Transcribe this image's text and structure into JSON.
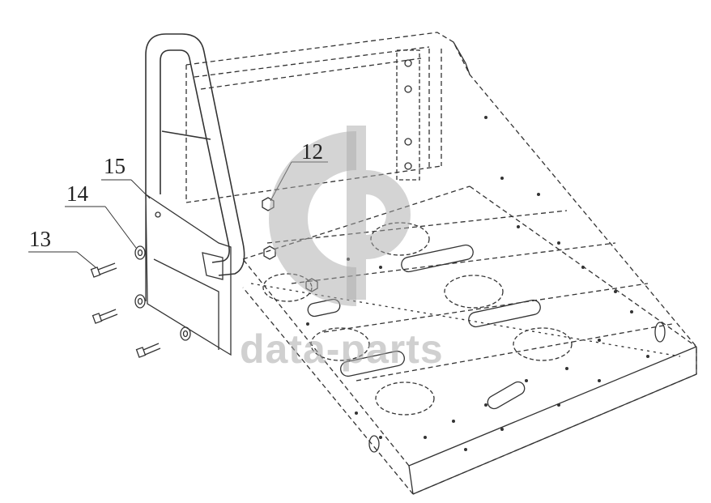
{
  "callouts": [
    {
      "id": "c12",
      "label": "12"
    },
    {
      "id": "c13",
      "label": "13"
    },
    {
      "id": "c14",
      "label": "14"
    },
    {
      "id": "c15",
      "label": "15"
    }
  ],
  "watermark": {
    "text": "data-parts"
  },
  "colors": {
    "line": "#333333",
    "watermark": "#b0b0b0",
    "background": "#ffffff"
  }
}
